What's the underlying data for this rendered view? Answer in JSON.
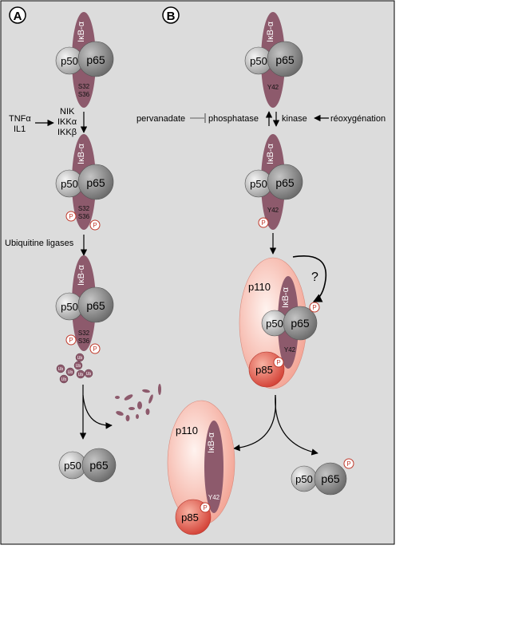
{
  "panels": {
    "a": "A",
    "b": "B"
  },
  "proteins": {
    "ikb": "IκB-α",
    "p50": "p50",
    "p65": "p65",
    "p110": "p110",
    "p85": "p85"
  },
  "sites": {
    "s32": "S32",
    "s36": "S36",
    "y42": "Y42"
  },
  "phospho": "P",
  "ub": "Ub",
  "panel_a": {
    "stimuli": [
      "TNFα",
      "IL1"
    ],
    "kinases": [
      "NIK",
      "IKKα",
      "IKKβ"
    ],
    "ligase_label": "Ubiquitine ligases"
  },
  "panel_b": {
    "pervanadate": "pervanadate",
    "phosphatase": "phosphatase",
    "kinase": "kinase",
    "reoxygenation": "réoxygénation",
    "question": "?"
  },
  "colors": {
    "panel_bg": "#dcdcdc",
    "ikb": "#8d5a6c",
    "p50_light": "#f2f2f2",
    "p50_dark": "#9a9a9a",
    "p65_light": "#bdbdbd",
    "p65_dark": "#6e6e6e",
    "p110_light": "#fde8e2",
    "p110_dark": "#f3a596",
    "p85_light": "#f7a08f",
    "p85_dark": "#d5483c",
    "phospho": "#c0392b",
    "arrow": "#000000"
  }
}
